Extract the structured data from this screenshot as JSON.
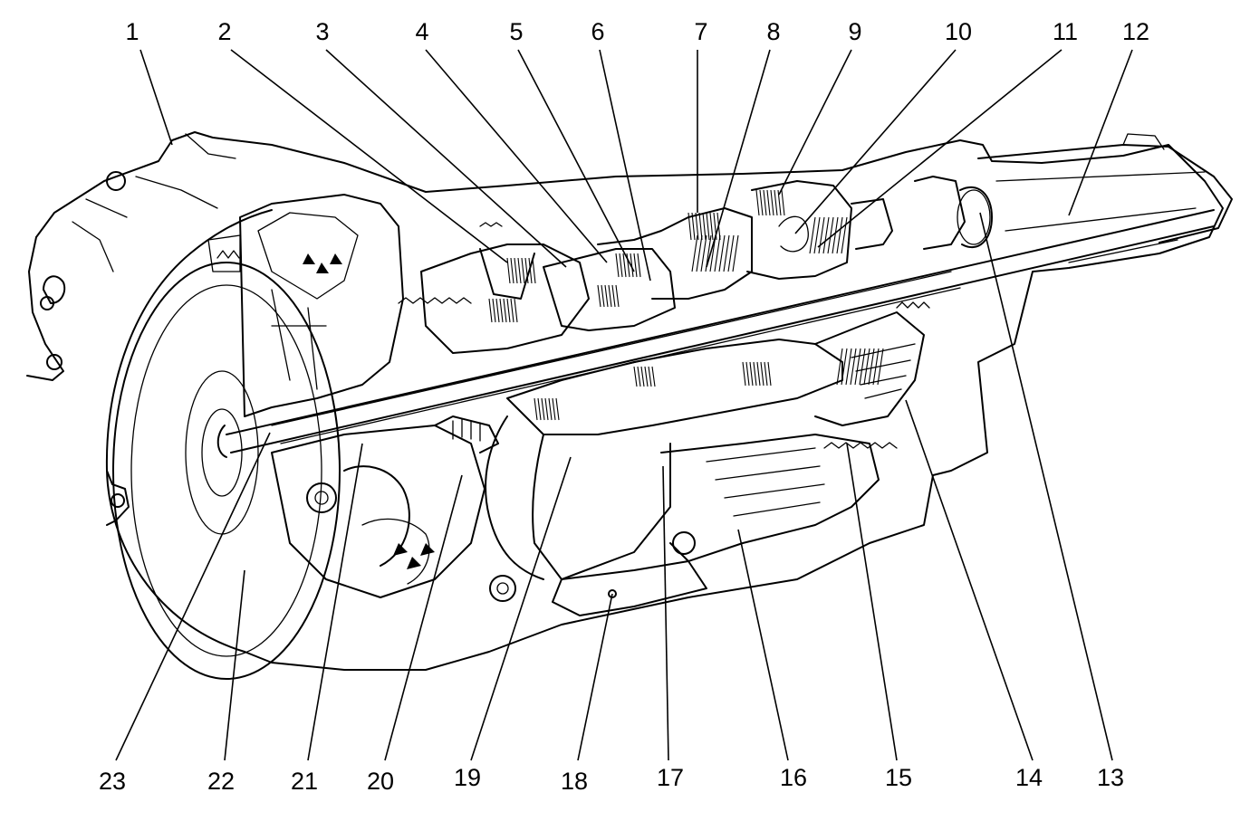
{
  "figure": {
    "background": "#ffffff",
    "ink": "#000000",
    "callouts": [
      {
        "label": "1"
      },
      {
        "label": "2"
      },
      {
        "label": "3"
      },
      {
        "label": "4"
      },
      {
        "label": "5"
      },
      {
        "label": "6"
      },
      {
        "label": "7"
      },
      {
        "label": "8"
      },
      {
        "label": "9"
      },
      {
        "label": "10"
      },
      {
        "label": "11"
      },
      {
        "label": "12"
      },
      {
        "label": "13"
      },
      {
        "label": "14"
      },
      {
        "label": "15"
      },
      {
        "label": "16"
      },
      {
        "label": "17"
      },
      {
        "label": "18"
      },
      {
        "label": "19"
      },
      {
        "label": "20"
      },
      {
        "label": "21"
      },
      {
        "label": "22"
      },
      {
        "label": "23"
      }
    ]
  }
}
